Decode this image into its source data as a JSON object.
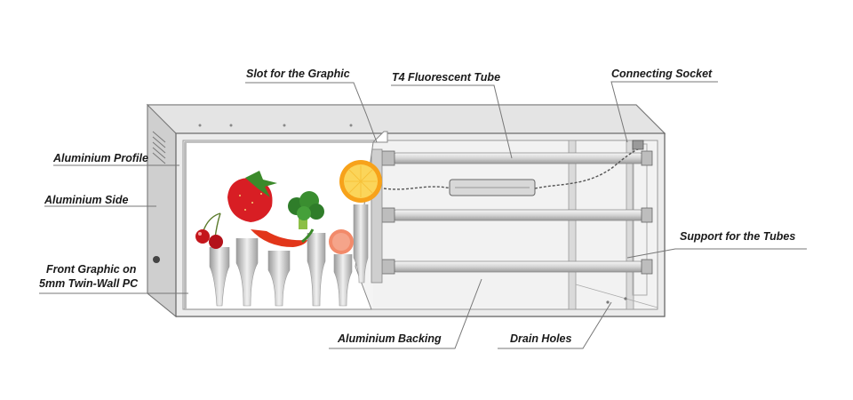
{
  "labels": {
    "slot_for_graphic": "Slot for the Graphic",
    "t4_tube": "T4 Fluorescent Tube",
    "connecting_socket": "Connecting Socket",
    "aluminium_profile": "Aluminium Profile",
    "aluminium_side": "Aluminium Side",
    "front_graphic_line1": "Front Graphic on",
    "front_graphic_line2": "5mm Twin-Wall PC",
    "support_tubes": "Support for the Tubes",
    "aluminium_backing": "Aluminium Backing",
    "drain_holes": "Drain Holes"
  },
  "colors": {
    "frame": "#c8c8c8",
    "frame_dark": "#8a8a8a",
    "tube": "#e8e8e8",
    "leader": "#777777",
    "text": "#1a1a1a"
  }
}
